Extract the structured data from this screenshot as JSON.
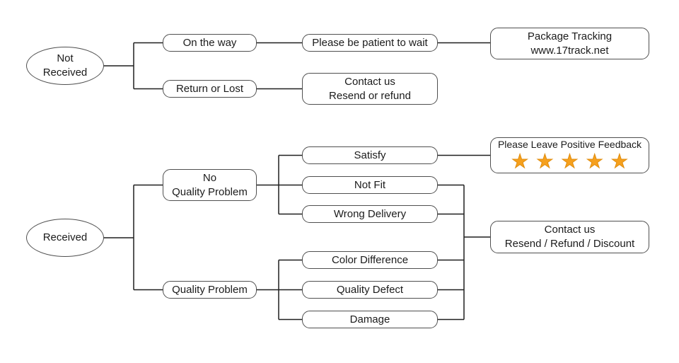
{
  "colors": {
    "background": "#ffffff",
    "line": "#1f1f1f",
    "box_border": "#4f4f4f",
    "text": "#1b1b1b",
    "star_fill": "#f6a01d",
    "star_outline": "#e08d0e"
  },
  "nodes": {
    "not_received": {
      "line1": "Not",
      "line2": "Received"
    },
    "on_the_way": {
      "label": "On the way"
    },
    "return_or_lost": {
      "label": "Return or Lost"
    },
    "please_be_patient": {
      "label": "Please be patient to wait"
    },
    "package_tracking": {
      "line1": "Package Tracking",
      "line2": "www.17track.net"
    },
    "contact_resend_refund": {
      "line1": "Contact us",
      "line2": "Resend or refund"
    },
    "received": {
      "label": "Received"
    },
    "no_quality_problem": {
      "line1": "No",
      "line2": "Quality Problem"
    },
    "quality_problem": {
      "label": "Quality Problem"
    },
    "satisfy": {
      "label": "Satisfy"
    },
    "not_fit": {
      "label": "Not Fit"
    },
    "wrong_delivery": {
      "label": "Wrong Delivery"
    },
    "color_difference": {
      "label": "Color Difference"
    },
    "quality_defect": {
      "label": "Quality Defect"
    },
    "damage": {
      "label": "Damage"
    },
    "positive_feedback": {
      "label": "Please Leave Positive Feedback",
      "stars": "★★★★★",
      "star_count": 5
    },
    "contact_resend_refund_discount": {
      "line1": "Contact us",
      "line2": "Resend / Refund / Discount"
    }
  }
}
